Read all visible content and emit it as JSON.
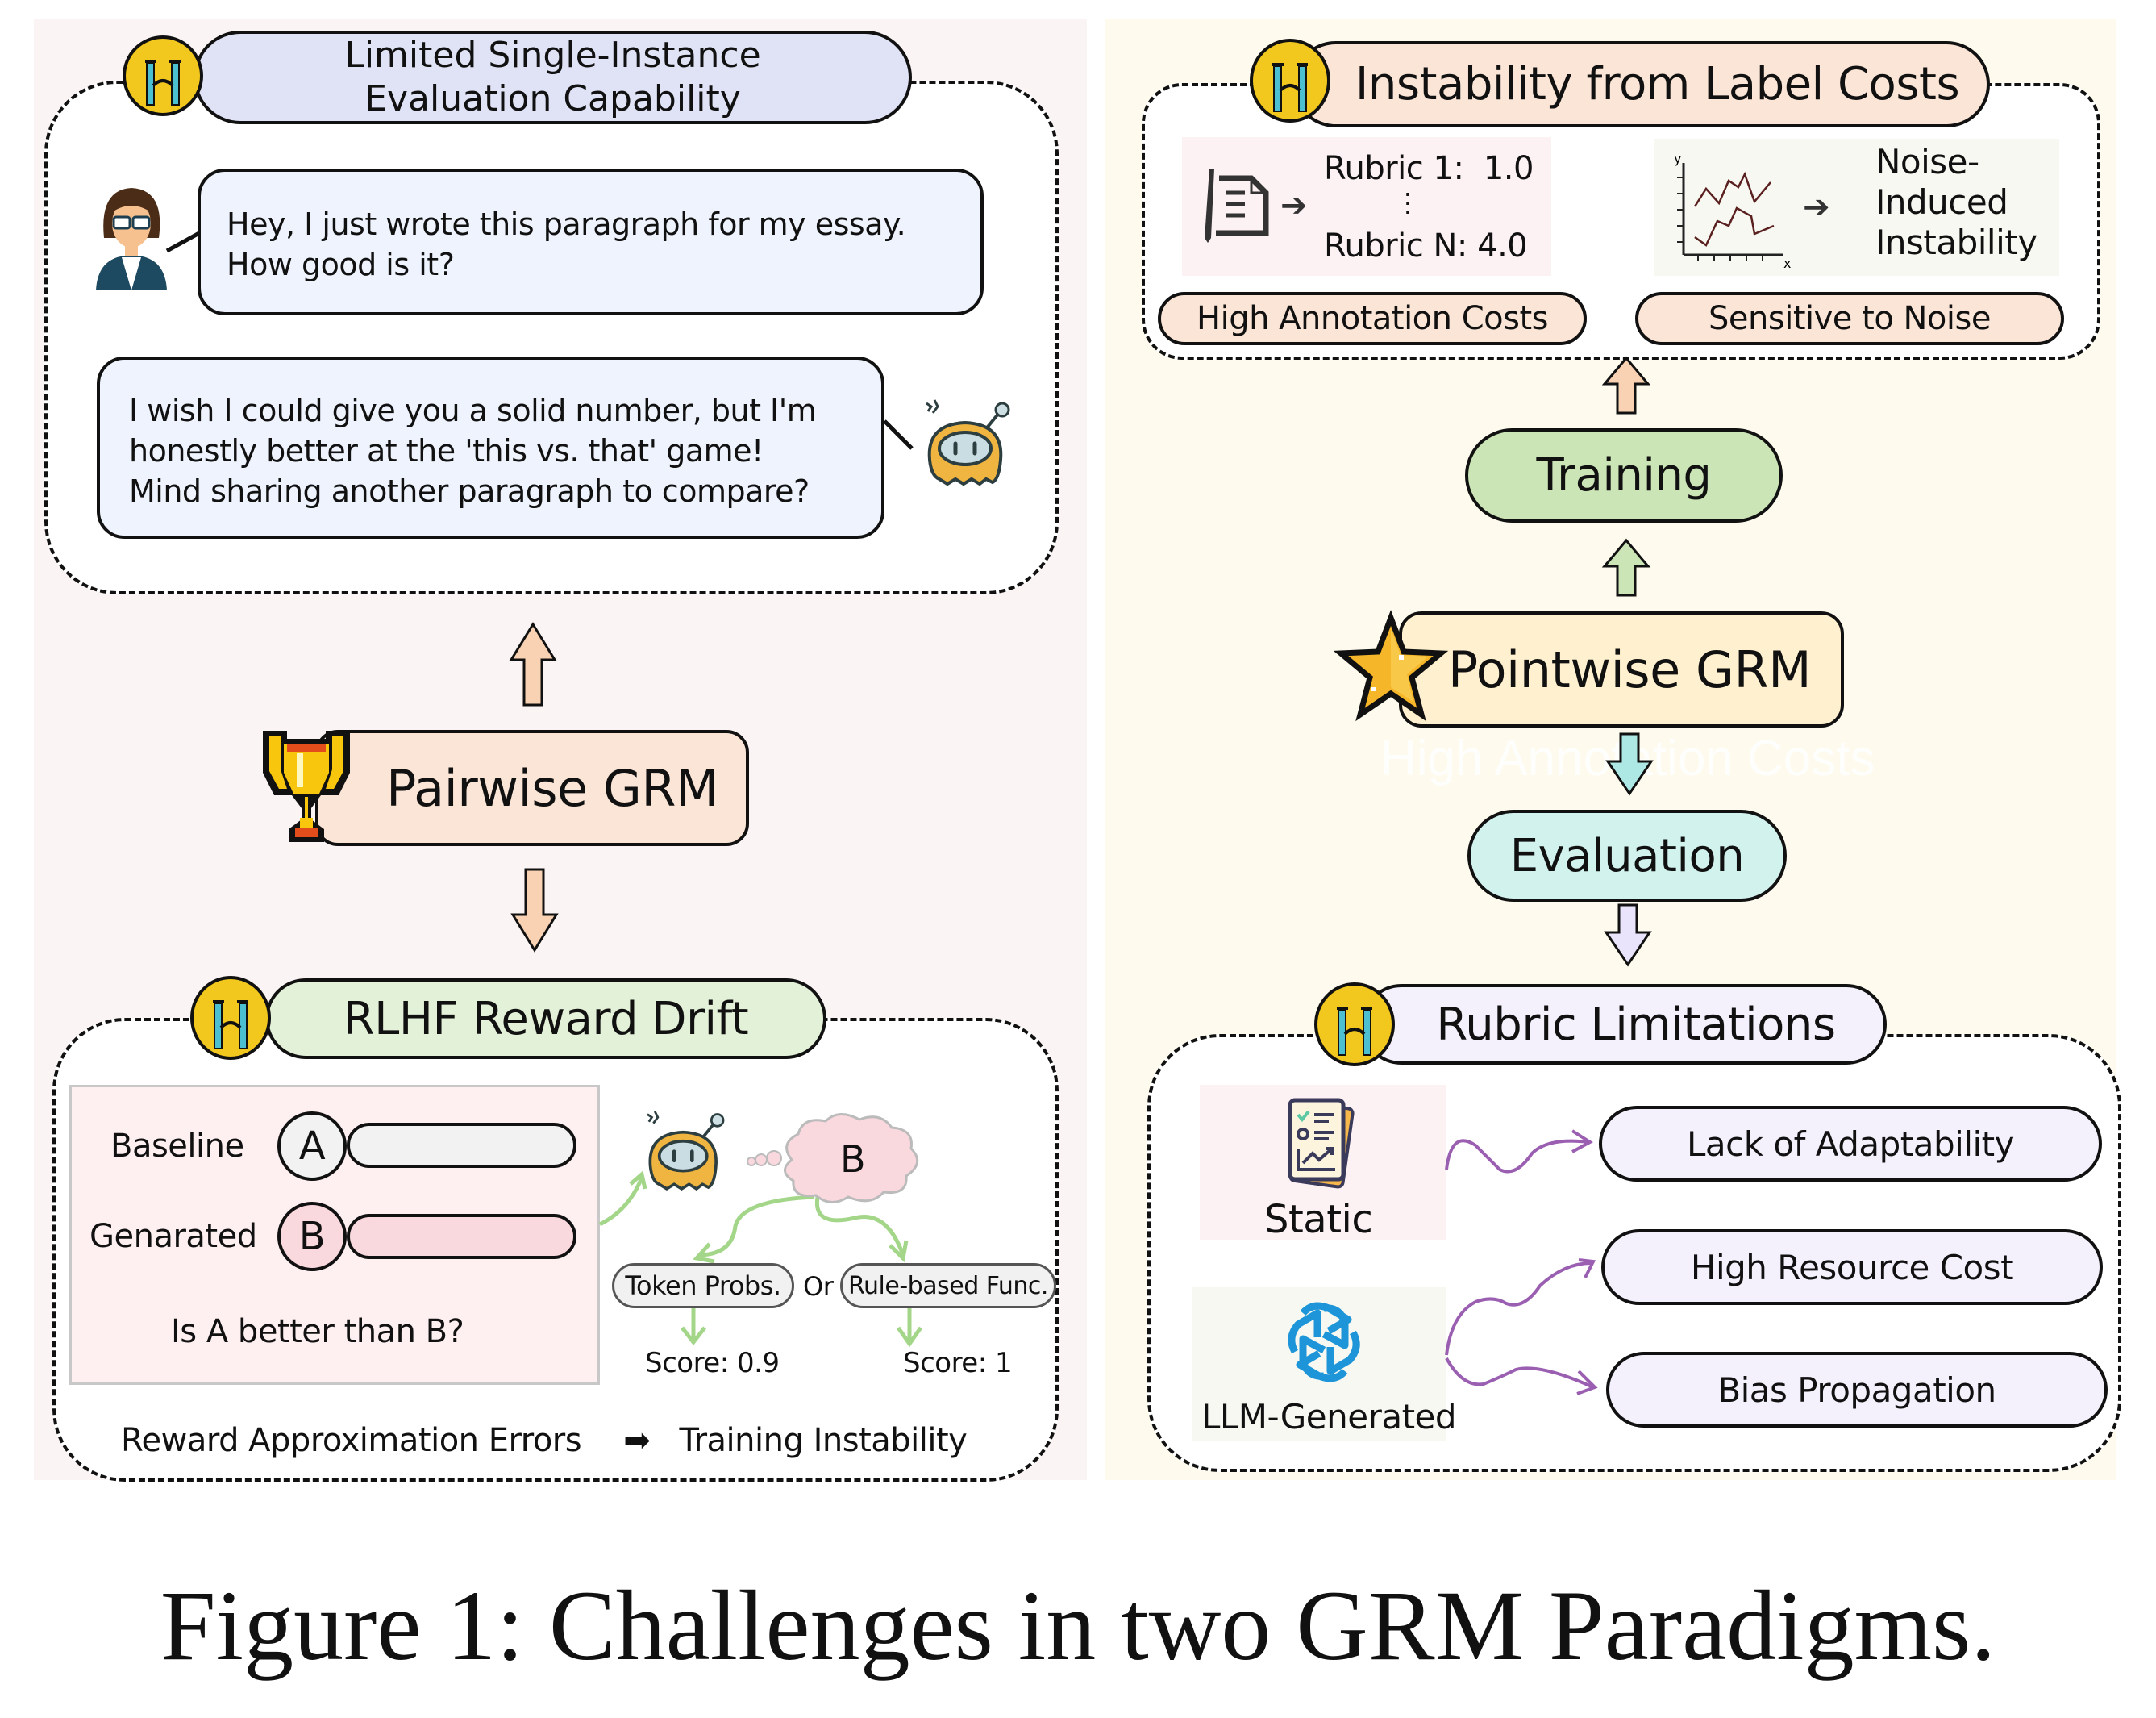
{
  "figure": {
    "caption": "Figure 1: Challenges in two GRM Paradigms.",
    "colors": {
      "left_panel_bg": "#fbf4f4",
      "right_panel_bg": "#fefbee",
      "emoji_yellow": "#f2c81f",
      "tear_cyan": "#4cbfd0",
      "peach": "#f8d2b2",
      "green": "#cbe5b6",
      "teal": "#d2f2ee",
      "lavender": "#f4f1fc",
      "purple_arrow": "#9b5fb2",
      "green_arrow": "#a4d68a"
    }
  },
  "left": {
    "paradigm_label": "Pairwise GRM",
    "challenge_top": {
      "title_line1": "Limited Single-Instance",
      "title_line2": "Evaluation Capability",
      "user_message_line1": "Hey, I just wrote this paragraph for my essay.",
      "user_message_line2": "How good is it?",
      "bot_message_line1": "I wish I could give you a solid number, but I'm",
      "bot_message_line2": "honestly better at the 'this vs. that' game!",
      "bot_message_line3": "Mind sharing another paragraph to compare?"
    },
    "challenge_bottom": {
      "title": "RLHF Reward Drift",
      "baseline_label": "Baseline",
      "baseline_letter": "A",
      "generated_label": "Genarated",
      "generated_letter": "B",
      "question": "Is A better than B?",
      "thought_letter": "B",
      "method_1": "Token Probs.",
      "or_label": "Or",
      "method_2": "Rule-based Func.",
      "score_1": "Score: 0.9",
      "score_2": "Score: 1",
      "footer_cause": "Reward Approximation Errors",
      "footer_arrow": "➡",
      "footer_effect": "Training Instability"
    }
  },
  "right": {
    "paradigm_label": "Pointwise GRM",
    "training_label": "Training",
    "evaluation_label": "Evaluation",
    "watermark_text": "High Annotation Costs",
    "challenge_top": {
      "title": "Instability from Label Costs",
      "rubric_1": "Rubric 1:  1.0",
      "rubric_ellipsis": "⋮",
      "rubric_n": "Rubric N: 4.0",
      "noise_line1": "Noise-",
      "noise_line2": "Induced",
      "noise_line3": "Instability",
      "chart_axis_y": "y",
      "chart_axis_x": "x",
      "tag_1": "High Annotation Costs",
      "tag_2": "Sensitive to Noise"
    },
    "challenge_bottom": {
      "title": "Rubric Limitations",
      "source_static": "Static",
      "source_llm": "LLM-Generated",
      "issue_1": "Lack of Adaptability",
      "issue_2": "High Resource Cost",
      "issue_3": "Bias Propagation"
    }
  }
}
